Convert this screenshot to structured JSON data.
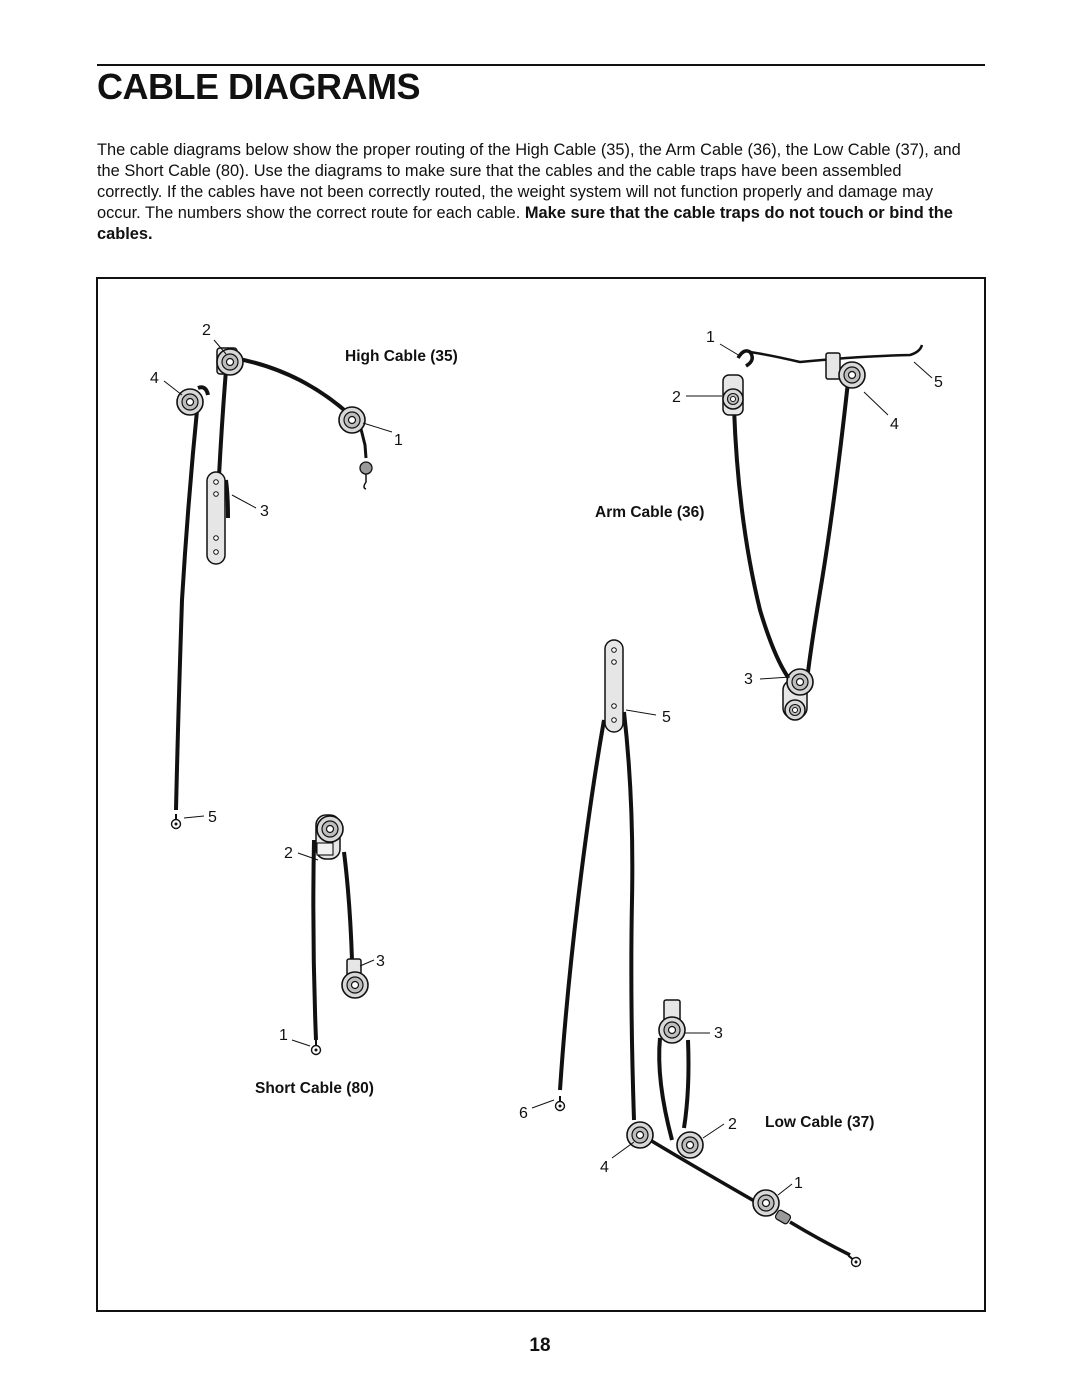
{
  "page": {
    "title": "CABLE DIAGRAMS",
    "intro_text": "The cable diagrams below show the proper routing of the High Cable (35), the Arm Cable (36), the Low Cable (37), and the Short Cable (80). Use the diagrams to make sure that the cables and the cable traps have been assembled correctly. If the cables have not been correctly routed, the weight system will not function properly and damage may occur. The numbers show the correct route for each cable. ",
    "intro_bold": "Make sure that the cable traps do not touch or bind the cables.",
    "page_number": "18"
  },
  "diagrams": {
    "high_cable": {
      "caption": "High Cable (35)",
      "callouts": [
        "1",
        "2",
        "3",
        "4",
        "5"
      ]
    },
    "arm_cable": {
      "caption": "Arm Cable (36)",
      "callouts": [
        "1",
        "2",
        "3",
        "4",
        "5"
      ]
    },
    "short_cable": {
      "caption": "Short Cable (80)",
      "callouts": [
        "1",
        "2",
        "3"
      ]
    },
    "low_cable": {
      "caption": "Low Cable (37)",
      "callouts": [
        "1",
        "2",
        "3",
        "4",
        "5",
        "6"
      ]
    }
  }
}
